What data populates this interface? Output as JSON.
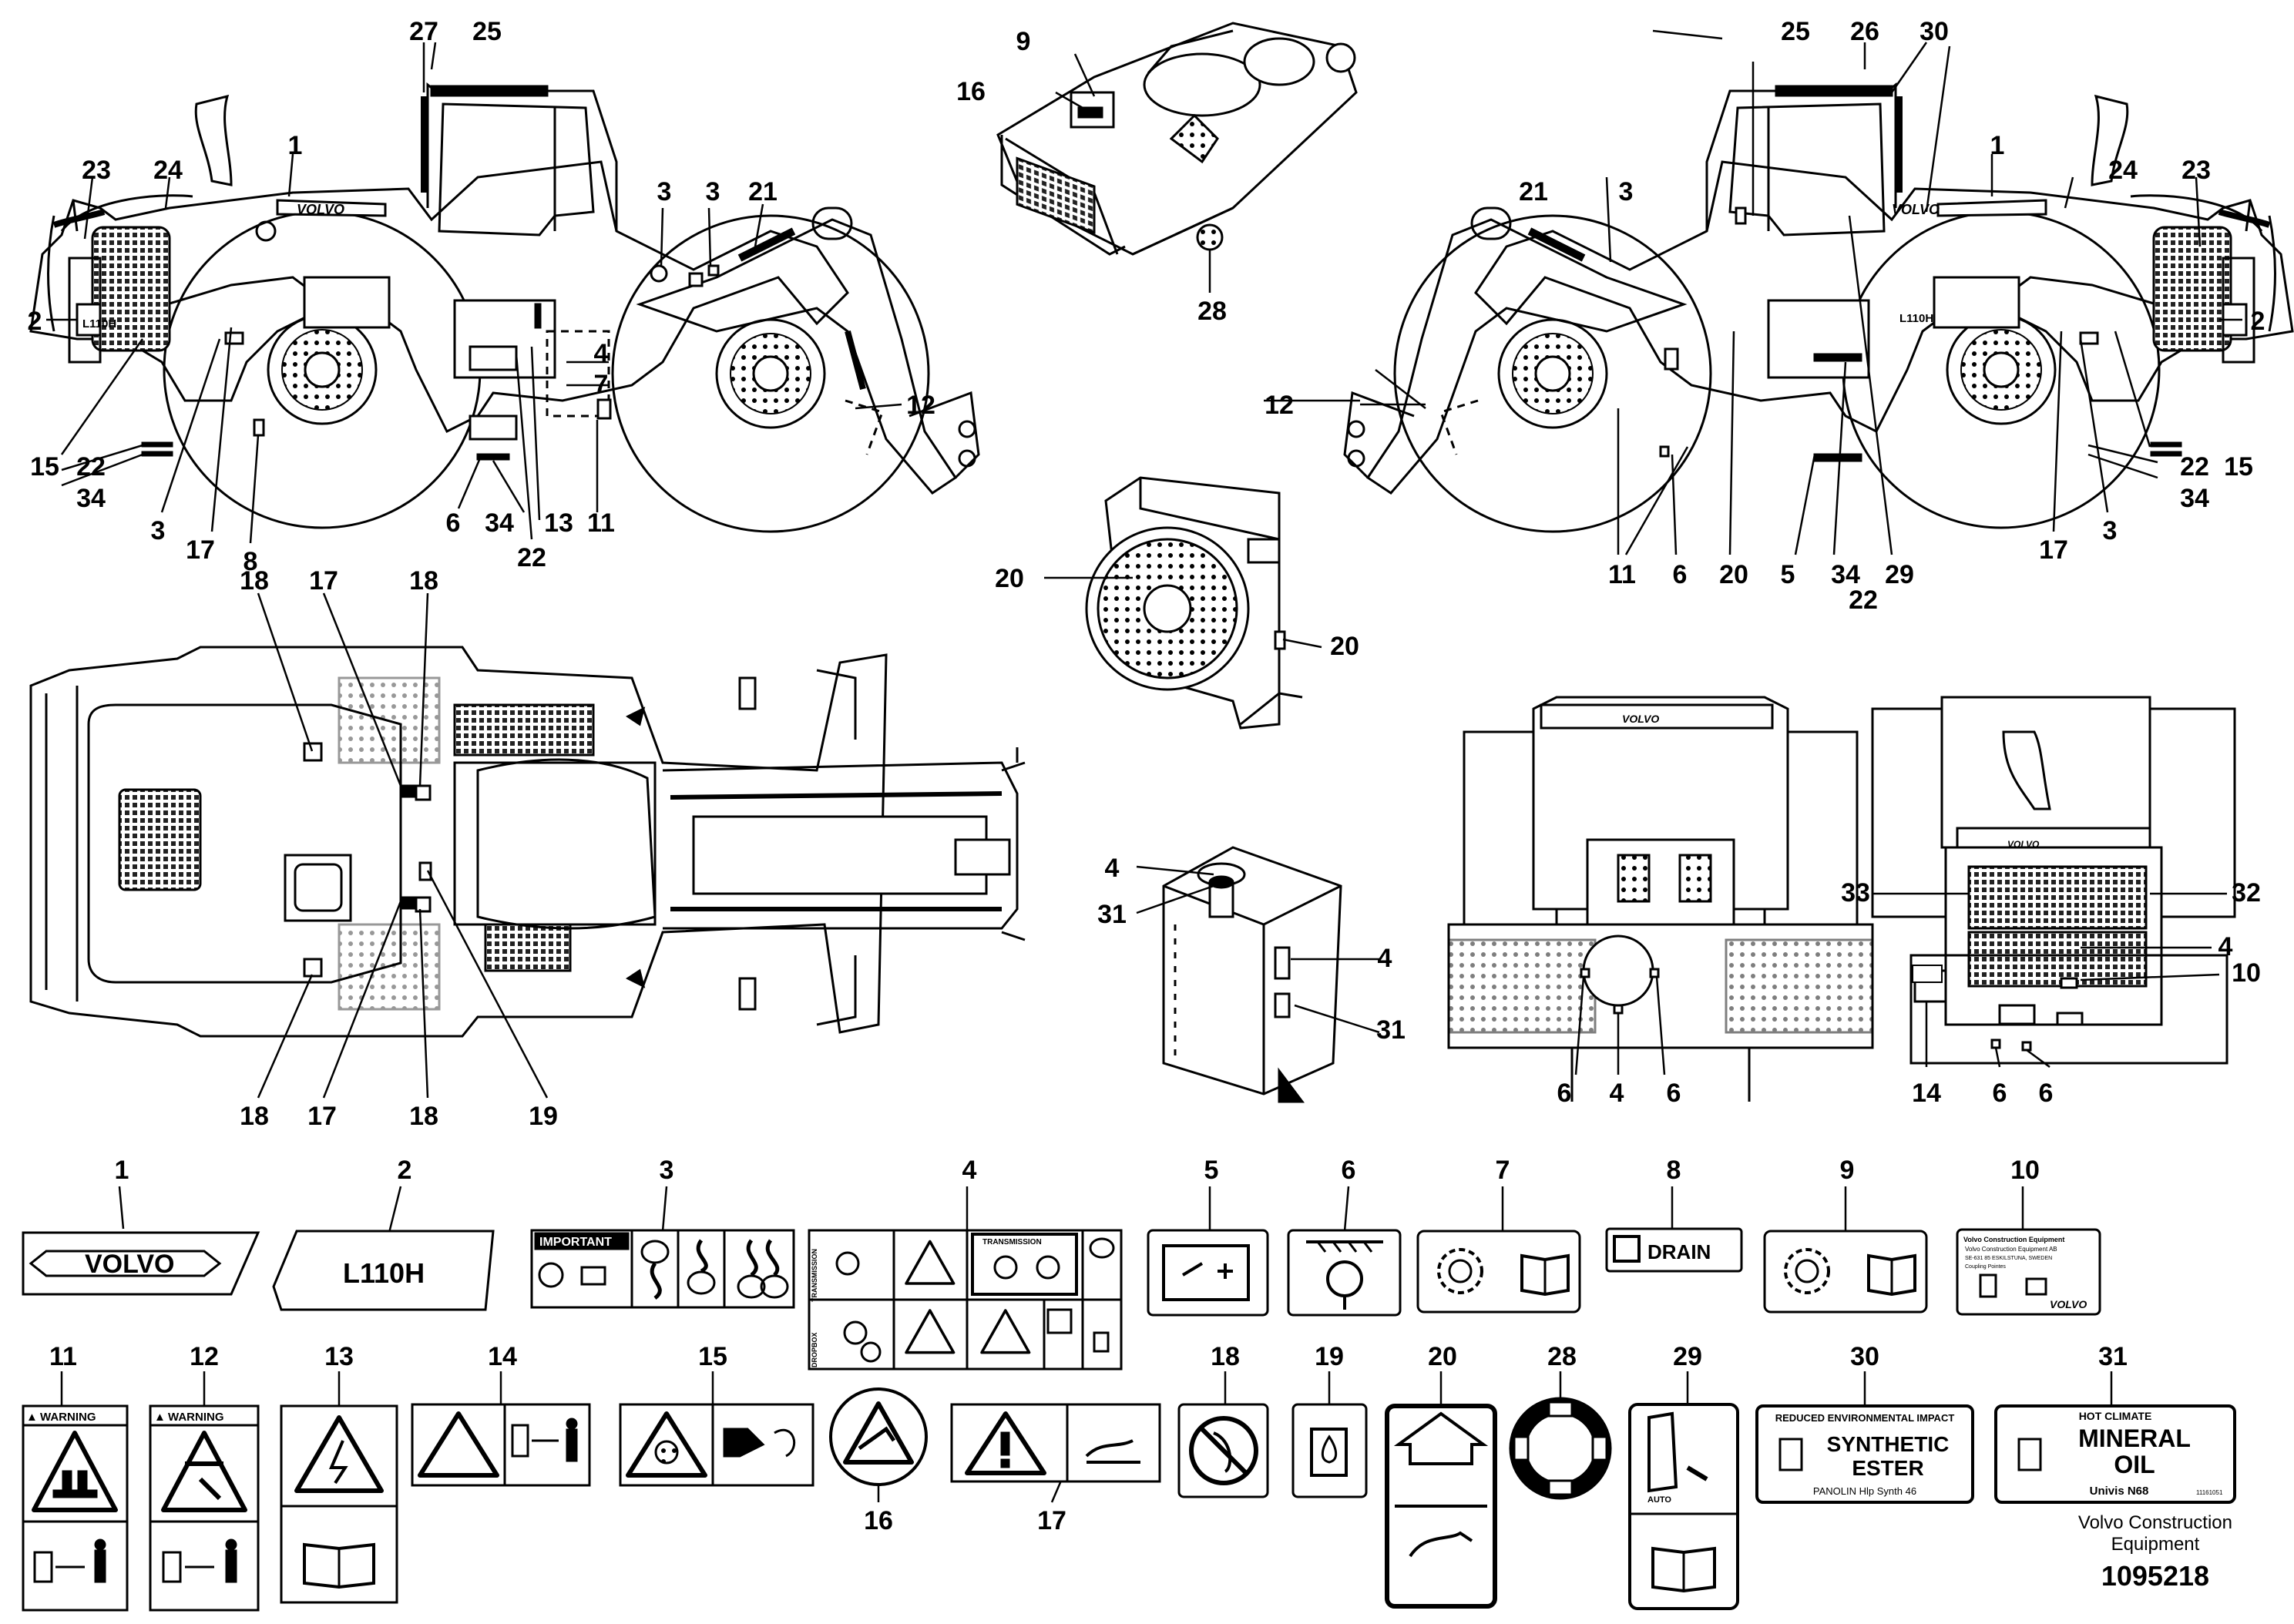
{
  "callouts": [
    "1",
    "2",
    "3",
    "4",
    "5",
    "6",
    "7",
    "8",
    "9",
    "10",
    "11",
    "12",
    "13",
    "14",
    "15",
    "16",
    "17",
    "18",
    "19",
    "20",
    "21",
    "22",
    "23",
    "24",
    "25",
    "26",
    "27",
    "28",
    "29",
    "30",
    "31",
    "32",
    "33",
    "34"
  ],
  "decals": {
    "d1": {
      "num": "1",
      "text": "VOLVO"
    },
    "d2": {
      "num": "2",
      "text": "L110H"
    },
    "d3": {
      "num": "3",
      "text": "IMPORTANT"
    },
    "d4": {
      "num": "4",
      "transmission": "TRANSMISSION",
      "side": "TRANSMISSION",
      "dropbox": "DROPBOX"
    },
    "d5": {
      "num": "5"
    },
    "d6": {
      "num": "6"
    },
    "d7": {
      "num": "7"
    },
    "d8": {
      "num": "8",
      "text": "DRAIN"
    },
    "d9": {
      "num": "9"
    },
    "d10": {
      "num": "10",
      "line1": "Volvo Construction Equipment",
      "line2": "Volvo Construction Equipment AB",
      "line3": "SE-631 85 ESKILSTUNA, SWEDEN",
      "line4": "Coupling Pointes",
      "brand": "VOLVO"
    },
    "d11": {
      "num": "11",
      "text": "WARNING"
    },
    "d12": {
      "num": "12",
      "text": "WARNING"
    },
    "d13": {
      "num": "13"
    },
    "d14": {
      "num": "14"
    },
    "d15": {
      "num": "15"
    },
    "d16": {
      "num": "16"
    },
    "d17": {
      "num": "17"
    },
    "d18": {
      "num": "18"
    },
    "d19": {
      "num": "19"
    },
    "d20": {
      "num": "20"
    },
    "d28": {
      "num": "28"
    },
    "d29": {
      "num": "29",
      "text": "AUTO"
    },
    "d30": {
      "num": "30",
      "head": "REDUCED ENVIRONMENTAL IMPACT",
      "big1": "SYNTHETIC",
      "big2": "ESTER",
      "foot": "PANOLIN Hlp Synth 46"
    },
    "d31": {
      "num": "31",
      "head": "HOT CLIMATE",
      "big1": "MINERAL",
      "big2": "OIL",
      "foot": "Univis N68",
      "code": "11161051"
    }
  },
  "footer": {
    "maker_line1": "Volvo Construction",
    "maker_line2": "Equipment",
    "doc_number": "1095218"
  }
}
